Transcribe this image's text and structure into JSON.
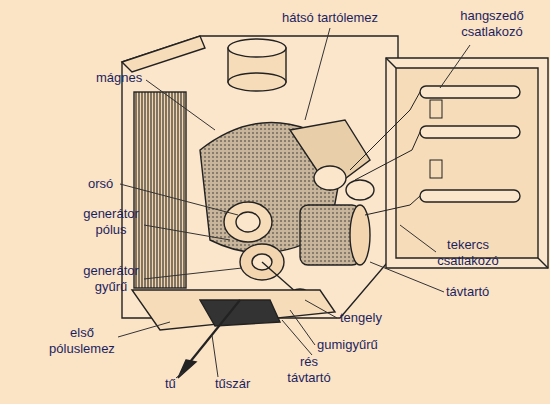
{
  "diagram": {
    "labels": [
      "hátsó tartólemez",
      "hangszedő csatlakozó",
      "mágnes",
      "orsó",
      "generátor pólus",
      "generátor gyűrű",
      "tekercs csatlakozó",
      "távtartó",
      "tengely",
      "gumigyűrű",
      "első póluslemez",
      "rés távtartó",
      "tű",
      "tűszár"
    ]
  }
}
